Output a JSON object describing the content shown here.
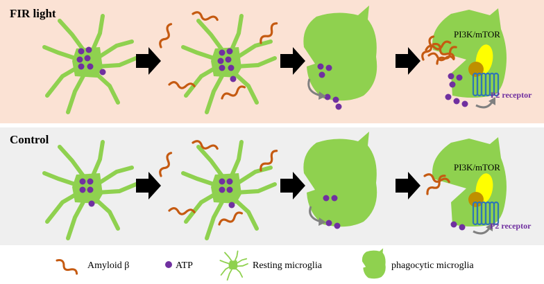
{
  "panels": {
    "fir": {
      "title": "FIR light"
    },
    "control": {
      "title": "Control"
    }
  },
  "labels": {
    "pathway": "PI3K/mTOR",
    "receptor": "P2 receptor"
  },
  "legend": {
    "amyloid": "Amyloid β",
    "atp": "ATP",
    "resting": "Resting microglia",
    "phagocytic": "phagocytic microglia"
  },
  "colors": {
    "microglia": "#8fd14f",
    "atp": "#7030a0",
    "amyloid": "#c55a11",
    "pi3k": "#ffff00",
    "nucleus": "#bf8f00",
    "receptor": "#2e75b6",
    "receptor_label": "#7030a0",
    "fir_background": "#fbe2d4",
    "control_background": "#efefef"
  }
}
